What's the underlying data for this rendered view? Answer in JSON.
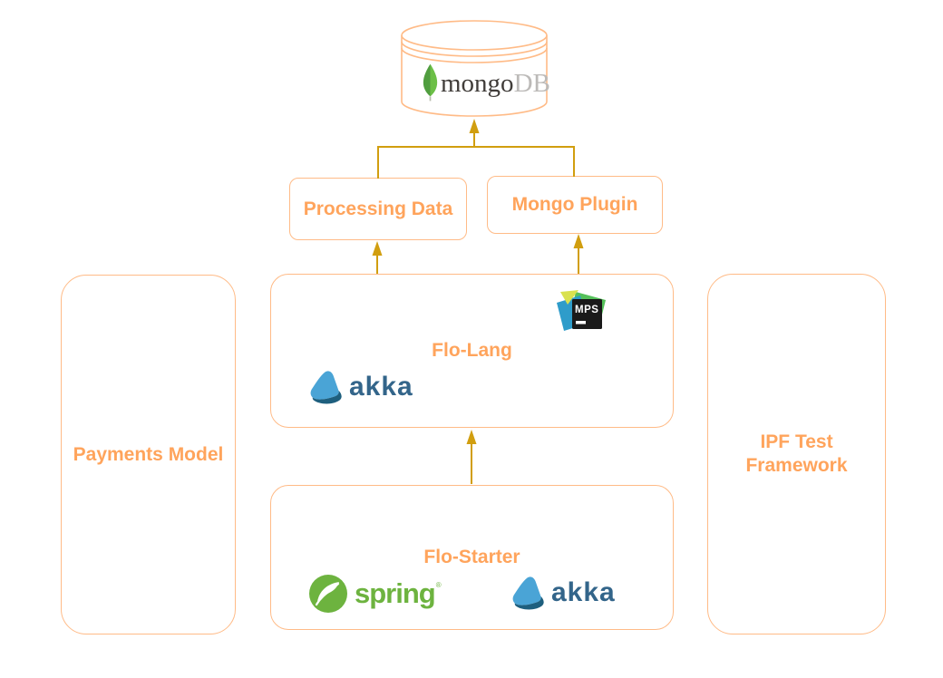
{
  "diagram": {
    "colors": {
      "box_border": "#ffbb87",
      "box_label": "#ffa45c",
      "connector": "#d19e0f",
      "spring_green": "#6db33f",
      "akka_light": "#4aa4d6",
      "akka_dark": "#1e5f7e",
      "akka_text": "#33658a",
      "mps_green": "#55c15a",
      "mps_blue": "#2e9cca",
      "mps_yellow": "#d9e14f",
      "mps_black": "#1a1a1a",
      "mongodb_leaf_dark": "#509d3f",
      "mongodb_leaf_light": "#6cbf47",
      "mongodb_text_dark": "#413d3a",
      "mongodb_text_light": "#bcbab8"
    },
    "nodes": {
      "database": {
        "shape": "cylinder",
        "logo": "mongodb"
      },
      "processing_data": {
        "label": "Processing Data"
      },
      "mongo_plugin": {
        "label": "Mongo Plugin"
      },
      "flo_lang": {
        "label": "Flo-Lang",
        "logos": [
          "mps",
          "akka"
        ]
      },
      "flo_starter": {
        "label": "Flo-Starter",
        "logos": [
          "spring",
          "akka"
        ]
      },
      "payments_model": {
        "label": "Payments Model"
      },
      "ipf_test_framework": {
        "label": "IPF Test Framework"
      }
    },
    "logos": {
      "mongodb": {
        "text_primary": "mongo",
        "text_secondary": "DB"
      },
      "mps": {
        "text": "MPS"
      },
      "akka": {
        "text": "akka"
      },
      "spring": {
        "text": "spring",
        "mark": "®"
      }
    },
    "edges": [
      {
        "from": "processing_data",
        "to": "database",
        "arrow": true
      },
      {
        "from": "mongo_plugin",
        "to": "database",
        "arrow": true
      },
      {
        "from": "flo_lang",
        "to": "processing_data",
        "arrow": true
      },
      {
        "from": "flo_lang",
        "to": "mongo_plugin",
        "arrow": true
      },
      {
        "from": "flo_starter",
        "to": "flo_lang",
        "arrow": true
      }
    ]
  }
}
